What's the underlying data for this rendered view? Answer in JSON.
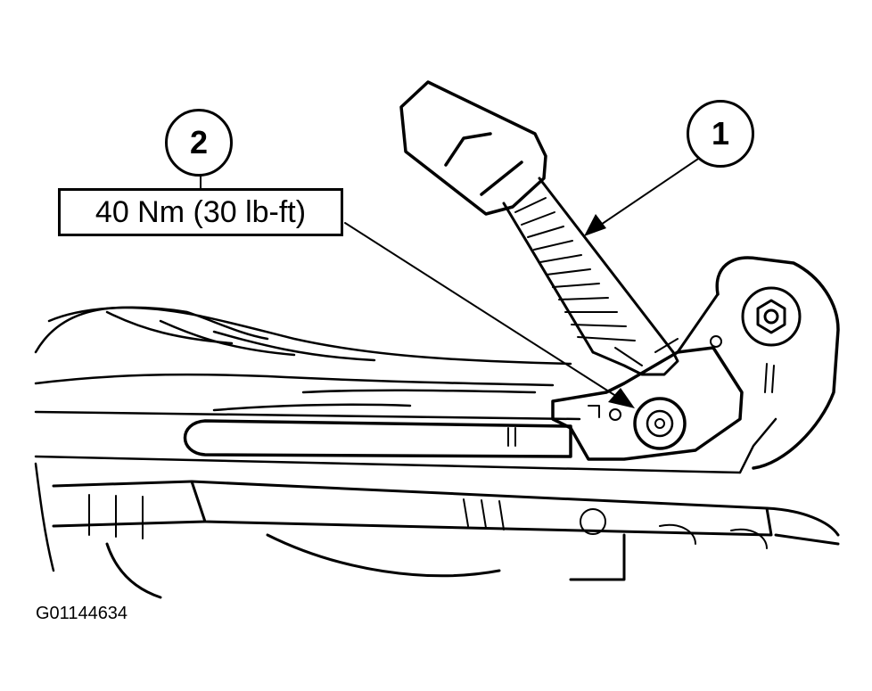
{
  "callouts": {
    "item1": "1",
    "item2": "2"
  },
  "torque_spec": "40 Nm (30 lb-ft)",
  "figure_id": "G01144634",
  "colors": {
    "line": "#000000",
    "background": "#ffffff"
  }
}
